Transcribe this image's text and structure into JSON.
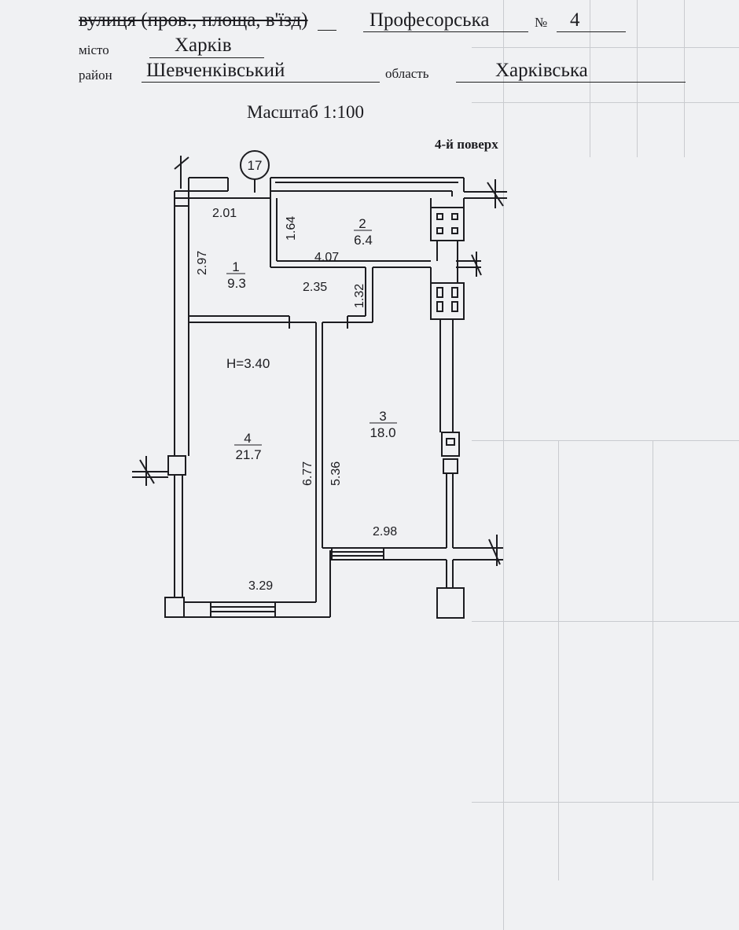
{
  "header": {
    "street_label": "вулиця (пров., площа, в'їзд)",
    "street_value": "Професорська",
    "number_label": "№",
    "number_value": "4",
    "city_label": "місто",
    "city_value": "Харків",
    "district_label": "район",
    "district_value": "Шевченківський",
    "region_label": "область",
    "region_value": "Харківська"
  },
  "plan": {
    "scale": "Масштаб 1:100",
    "floor": "4-й поверх",
    "apartment_number": "17",
    "height_label": "H=3.40",
    "rooms": [
      {
        "number": "1",
        "area": "9.3"
      },
      {
        "number": "2",
        "area": "6.4"
      },
      {
        "number": "3",
        "area": "18.0"
      },
      {
        "number": "4",
        "area": "21.7"
      }
    ],
    "dimensions": {
      "d_2_01": "2.01",
      "d_1_64": "1.64",
      "d_2_97": "2.97",
      "d_4_07": "4.07",
      "d_2_35": "2.35",
      "d_1_32": "1.32",
      "d_6_77": "6.77",
      "d_5_36": "5.36",
      "d_2_98": "2.98",
      "d_3_29": "3.29"
    }
  },
  "colors": {
    "paper": "#f0f1f3",
    "ink": "#1c1c20",
    "ghost": "#c4c6ca"
  }
}
